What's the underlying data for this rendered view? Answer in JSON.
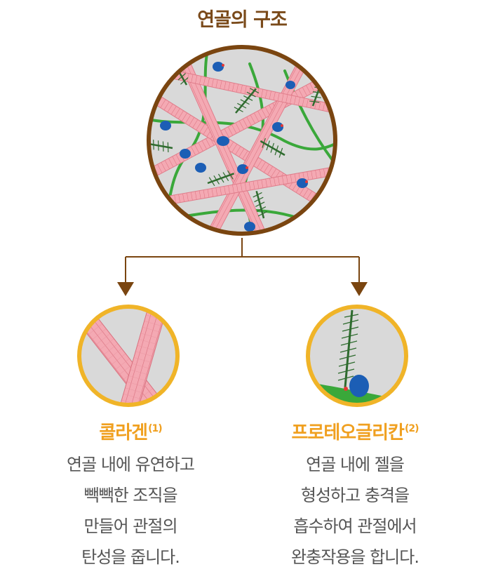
{
  "title": "연골의 구조",
  "colors": {
    "title": "#7a4a1a",
    "main_ring": "#7a4510",
    "detail_ring": "#f0b428",
    "label": "#f0a020",
    "desc": "#555555",
    "collagen": "#f2a3ad",
    "proteoglycan_core": "#2e7d32",
    "hyaluronan": "#3aa83a",
    "link_protein": "#1c5eb5",
    "background_tissue": "#dcdcdc"
  },
  "collagen": {
    "name": "콜라겐",
    "ref": "(1)",
    "desc": [
      "연골 내에 유연하고",
      "빽빽한 조직을",
      "만들어 관절의",
      "탄성을 줍니다."
    ]
  },
  "proteoglycan": {
    "name": "프로테오글리칸",
    "ref": "(2)",
    "desc": [
      "연골 내에 젤을",
      "형성하고 충격을",
      "흡수하여 관절에서",
      "완충작용을 합니다."
    ]
  }
}
